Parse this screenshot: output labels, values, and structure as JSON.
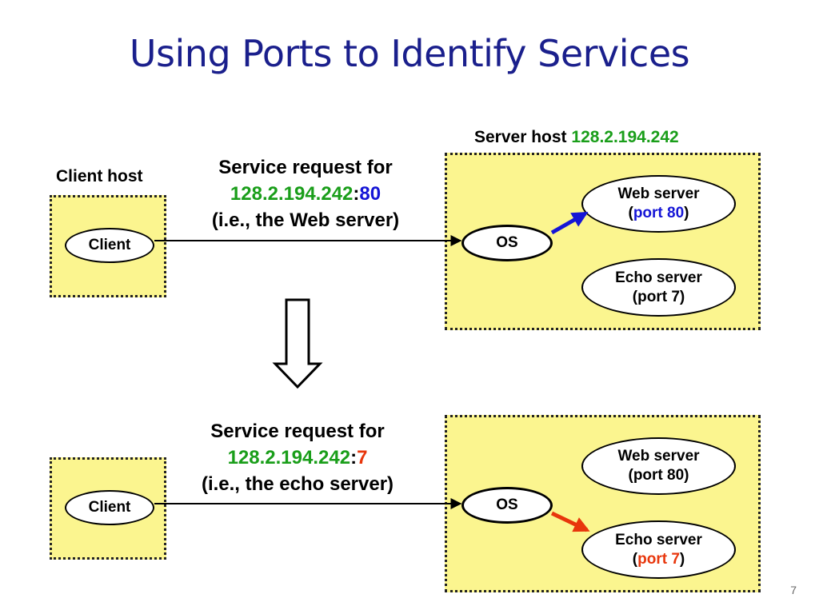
{
  "title": "Using Ports to Identify Services",
  "colors": {
    "title": "#1a1f8c",
    "host_box": "#fbf58f",
    "ip": "#1a9e1a",
    "port_web": "#1515d6",
    "port_echo": "#e8360c"
  },
  "top": {
    "client_host_label": "Client host",
    "client_label": "Client",
    "server_host_label": "Server host",
    "server_ip": "128.2.194.242",
    "request_line1": "Service request for",
    "request_ip": "128.2.194.242",
    "request_colon": ":",
    "request_port": "80",
    "request_line3": "(i.e., the Web server)",
    "os_label": "OS",
    "web_server_label": "Web server",
    "web_port_open": "(",
    "web_port": "port 80",
    "web_port_close": ")",
    "echo_server_label": "Echo server",
    "echo_port": "(port 7)"
  },
  "bottom": {
    "client_label": "Client",
    "request_line1": "Service request for",
    "request_ip": "128.2.194.242",
    "request_colon": ":",
    "request_port": "7",
    "request_line3": "(i.e., the echo server)",
    "os_label": "OS",
    "web_server_label": "Web server",
    "web_port": "(port 80)",
    "echo_server_label": "Echo server",
    "echo_port_open": "(",
    "echo_port": "port 7",
    "echo_port_close": ")"
  },
  "page_number": "7"
}
